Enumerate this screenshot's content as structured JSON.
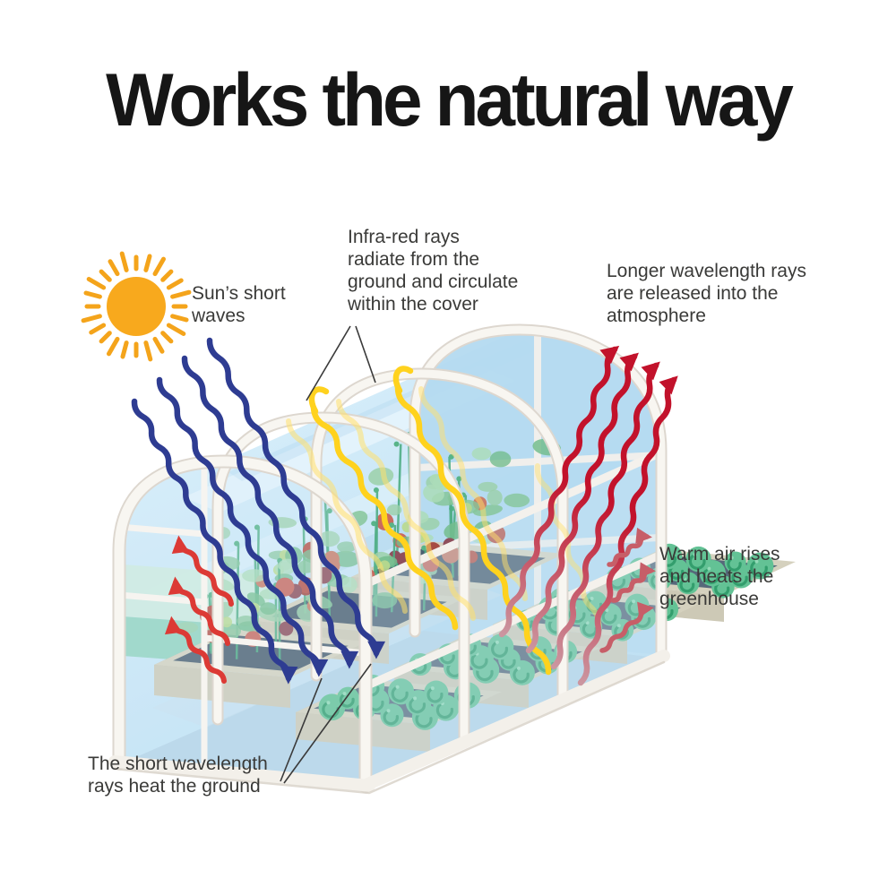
{
  "title": "Works the natural way",
  "annotations": {
    "sun": {
      "lines": [
        "Sun’s short",
        "waves"
      ]
    },
    "infrared": {
      "lines": [
        "Infra-red rays",
        "radiate from the",
        "ground and circulate",
        "within the cover"
      ]
    },
    "longer": {
      "lines": [
        "Longer wavelength rays",
        "are released into the",
        "atmosphere"
      ]
    },
    "warm": {
      "lines": [
        "Warm air rises",
        "and heats the",
        "greenhouse"
      ]
    },
    "short": {
      "lines": [
        "The short wavelength",
        "rays heat the ground"
      ]
    }
  },
  "colors": {
    "title": "#161616",
    "text": "#3A3A38",
    "sun": "#F8A91D",
    "sun_rays": "#F4A41B",
    "short_wave_blue": "#2E3C92",
    "infrared_yellow": "#FFD21E",
    "infrared_yellow_faint": "#FFE06B",
    "released_red": "#C2122B",
    "warm_air_red": "#C75E68",
    "interior_red": "#DC3A35"
  },
  "diagram": {
    "subject": "greenhouse heat cycle"
  }
}
